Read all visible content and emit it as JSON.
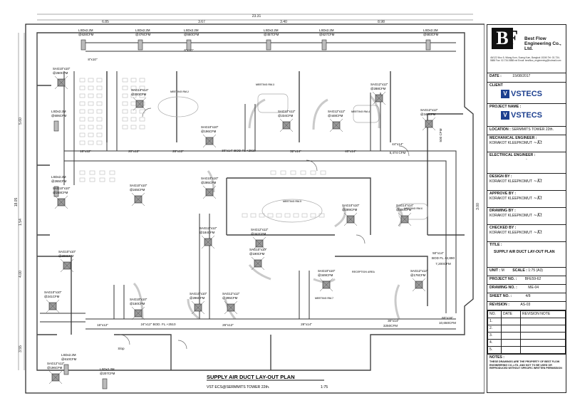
{
  "plan": {
    "title": "SUPPLY AIR DUCT LAY-OUT PLAN",
    "subtitle": "VST ECS@SERMMITS TOWER 22th.",
    "scale_text": "1:75",
    "dimensions_top": [
      "23.31",
      "6.85",
      "3.67",
      "3.40",
      "8.98"
    ],
    "dimensions_left": [
      "5.60",
      "18.05",
      "1.54",
      "4.00",
      "3.55"
    ],
    "dimension_right": "3.00",
    "rooms": [
      "MEETING RM.2",
      "MEETING RM.3",
      "MEETING RM.4",
      "MEETING RM.5",
      "MEETING RM.6",
      "RECEPTION AREA",
      "MEETING RM.7"
    ],
    "ducts": [
      "16\"x12\"",
      "20\"x12\"",
      "28\"x12\"",
      "30\"x14\" BOD FL +2810",
      "32\"x14\"",
      "40\"x14\"",
      "44\"x14\"",
      "5,474 CFM",
      "50\"x14\"",
      "BOD FL.+2,890",
      "7,200CFM",
      "60\"x16\"",
      "10,650CFM",
      "16\"x12\"",
      "24\"x12\" BOD. FL.+2510",
      "26\"x12\"",
      "28\"x14\"",
      "30\"x14\"",
      "3250CFM",
      "Slop",
      "500 CFM",
      "8\"x10\"",
      "6\"x10\""
    ],
    "diffusers": [
      {
        "size": "LSDx2.2M",
        "cfm": "@628CFM"
      },
      {
        "size": "LSDx2.2M",
        "cfm": "@476CFM"
      },
      {
        "size": "LSDx2.2M",
        "cfm": "@660CFM"
      },
      {
        "size": "LSDx2.2M",
        "cfm": "@457CFM"
      },
      {
        "size": "LSDx2.2M",
        "cfm": "@627CFM"
      },
      {
        "size": "LSDx2.2M",
        "cfm": "@683CFM"
      },
      {
        "size": "SAG10\"x10\"",
        "cfm": "@260CFM"
      },
      {
        "size": "SAG14\"x14\"",
        "cfm": "@200CFM"
      },
      {
        "size": "SAG12\"x12\"",
        "cfm": "@234CFM"
      },
      {
        "size": "SAG12\"x12\"",
        "cfm": "@448CFM"
      },
      {
        "size": "SAG12\"x12\"",
        "cfm": "@288CFM"
      },
      {
        "size": "SAG12\"x12\"",
        "cfm": "@349CFM"
      },
      {
        "size": "LSDx2.2M",
        "cfm": "@606CFM"
      },
      {
        "size": "SAG10\"x10\"",
        "cfm": "@196CFM"
      },
      {
        "size": "LSDx2.2M",
        "cfm": "@265CFM"
      },
      {
        "size": "SAG10\"x10\"",
        "cfm": "@248CFM"
      },
      {
        "size": "SAG10\"x10\"",
        "cfm": "@245CFM"
      },
      {
        "size": "SAG10\"x10\"",
        "cfm": "@295CFM"
      },
      {
        "size": "SAG10\"x10\"",
        "cfm": "@289CFM"
      },
      {
        "size": "SAG14\"x14\"",
        "cfm": "@300CFM"
      },
      {
        "size": "SAG12\"x12\"",
        "cfm": "@184CFM"
      },
      {
        "size": "SAG12\"x12\"",
        "cfm": "@342CFM"
      },
      {
        "size": "SAG10\"x10\"",
        "cfm": "@190CFM"
      },
      {
        "size": "SAG10\"x10\"",
        "cfm": "@296CFM"
      },
      {
        "size": "SAG10\"x10\"",
        "cfm": "@349CFM"
      },
      {
        "size": "SAG12\"x12\"",
        "cfm": "@176CFM"
      },
      {
        "size": "SAG10\"x10\"",
        "cfm": "@150CFM"
      },
      {
        "size": "SAG12\"x12\"",
        "cfm": "@295CFM"
      },
      {
        "size": "SAG10\"x10\"",
        "cfm": "@241CFM"
      },
      {
        "size": "LSDx2.2M",
        "cfm": "@610CFM"
      },
      {
        "size": "SAG12\"x12\"",
        "cfm": "@196CFM"
      },
      {
        "size": "LSDx2.3M",
        "cfm": "@207CFM"
      },
      {
        "size": "SAG10\"x10\"",
        "cfm": "@200CFM"
      }
    ]
  },
  "title_block": {
    "logo_letters": "BF",
    "company": "Best Flow Engineering Co., Ltd.",
    "address": "46/122 Moo 5, Wiang Kum, Suang Kum, Bangkok 10240  Tel: 02-734-5888  Fax: 02-734-5888 ext  Email: bestflow_engineering@hotmail.com",
    "date_label": "DATE :",
    "date_value": "15/08/2017",
    "client_label": "CLIENT",
    "client_logo": "VSTECS",
    "project_label": "PROJECT NAME :",
    "project_logo": "VSTECS",
    "location_label": "LOCATION :",
    "location_value": "SERMMITS TOWER 22th.",
    "mech_label": "MECHANICAL ENGINEER :",
    "mech_value": "KORAKOT  KLEEPKOMUT",
    "elec_label": "ELECTRICAL ENGINEER :",
    "elec_value": "-",
    "design_label": "DESIGN BY :",
    "design_value": "KORAKOT  KLEEPKOMUT",
    "approve_label": "APPROVE BY :",
    "approve_value": "KORAKOT  KLEEPKOMUT",
    "drawing_by_label": "DRAWING BY :",
    "drawing_by_value": "KORAKOT  KLEEPKOMUT",
    "checked_label": "CHECKED BY :",
    "checked_value": "KORAKOT  KLEEPKOMUT",
    "title_label": "TITLE :",
    "title_value": "SUPPLY AIR DUCT LAY-OUT PLAN",
    "unit_label": "UNIT :",
    "unit_value": "M",
    "scale_label": "SCALE :",
    "scale_value": "1:75 (A3)",
    "project_no_label": "PROJECT NO. :",
    "project_no_value": "BFE59-62",
    "drawing_no_label": "DRAWING NO. :",
    "drawing_no_value": "ME-04",
    "sheet_label": "SHEET NO. :",
    "sheet_value": "4/8",
    "revision_label": "REVISION :",
    "revision_value": "AS-03",
    "rev_headers": [
      "NO.",
      "DATE",
      "REVISION NOTE"
    ],
    "rev_rows": [
      "1.",
      "2.",
      "3.",
      "4.",
      "5."
    ],
    "notes_label": "NOTES :",
    "notes_text": "THESE DRAWINGS ARE THE PROPERTY OF BEST FLOW ENGINEERING CO.,LTD. AND NOT TO BE USED OR REPRODUCED WITHOUT SPECIFIC WRITTEN PERMISSION"
  }
}
